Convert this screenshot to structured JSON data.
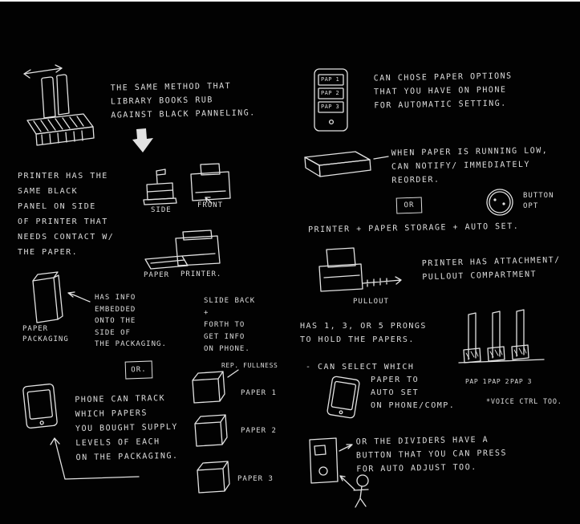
{
  "palette": {
    "background": "#000000",
    "ink": "#e2e2e2"
  },
  "top_left": {
    "library_note": "THE SAME METHOD THAT\nLIBRARY BOOKS RUB\nAGAINST BLACK PANNELING.",
    "printer_panel_note": "PRINTER HAS THE\nSAME BLACK\nPANEL ON SIDE\nOF PRINTER THAT\nNEEDS CONTACT W/\nTHE PAPER.",
    "side_label": "SIDE",
    "front_label": "FRONT",
    "paper_label": "PAPER",
    "printer_label": "PRINTER.",
    "packaging_label": "PAPER\nPACKAGING",
    "embedded_note": "HAS INFO\nEMBEDDED\nONTO THE\nSIDE OF\nTHE PACKAGING.",
    "slide_note": "SLIDE BACK\n+\nFORTH TO\nGET INFO\nON PHONE.",
    "or_label": "OR.",
    "phone_track_note": "PHONE CAN TRACK\nWHICH PAPERS\nYOU BOUGHT SUPPLY\nLEVELS OF EACH\nON THE PACKAGING.",
    "rep_fullness_label": "REP. FULLNESS",
    "paper_stack_labels": [
      "PAPER 1",
      "PAPER 2",
      "PAPER 3"
    ]
  },
  "top_right": {
    "phone_screen_items": [
      "PAP 1",
      "PAP 2",
      "PAP 3"
    ],
    "choose_note": "CAN CHOSE PAPER OPTIONS\nTHAT YOU HAVE ON PHONE\nFOR AUTOMATIC SETTING.",
    "running_low_note": "WHEN PAPER IS RUNNING LOW,\nCAN NOTIFY/ IMMEDIATELY\nREORDER.",
    "or_label": "OR",
    "button_opt_label": "BUTTON\nOPT",
    "storage_note": "PRINTER + PAPER STORAGE + AUTO SET."
  },
  "bottom_right": {
    "attachment_note": "PRINTER HAS ATTACHMENT/\nPULLOUT COMPARTMENT",
    "pullout_label": "PULLOUT",
    "prongs_note": "HAS 1, 3, OR 5 PRONGS\nTO HOLD THE PAPERS.",
    "select_note_lead": "- CAN SELECT WHICH",
    "select_note_rest": "PAPER TO\nAUTO SET\nON PHONE/COMP.",
    "divider_labels": [
      "PAP 1",
      "PAP 2",
      "PAP 3"
    ],
    "voice_note": "*VOICE CTRL TOO.",
    "divider_button_note": "OR THE DIVIDERS HAVE A\nBUTTON THAT YOU CAN PRESS\nFOR AUTO ADJUST TOO."
  }
}
